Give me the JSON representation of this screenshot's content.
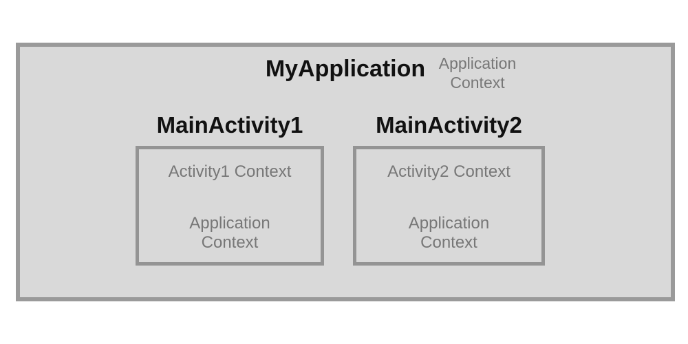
{
  "diagram": {
    "application": {
      "name": "MyApplication",
      "context_label": "Application Context"
    },
    "activities": [
      {
        "name": "MainActivity1",
        "activity_context": "Activity1 Context",
        "application_context": "Application Context"
      },
      {
        "name": "MainActivity2",
        "activity_context": "Activity2 Context",
        "application_context": "Application Context"
      }
    ]
  },
  "colors": {
    "page_background": "#ffffff",
    "panel_fill": "#d9d9d9",
    "panel_border": "#9a9a9a",
    "activity_box_border": "#949494",
    "title_text": "#111111",
    "muted_text": "#777777"
  }
}
